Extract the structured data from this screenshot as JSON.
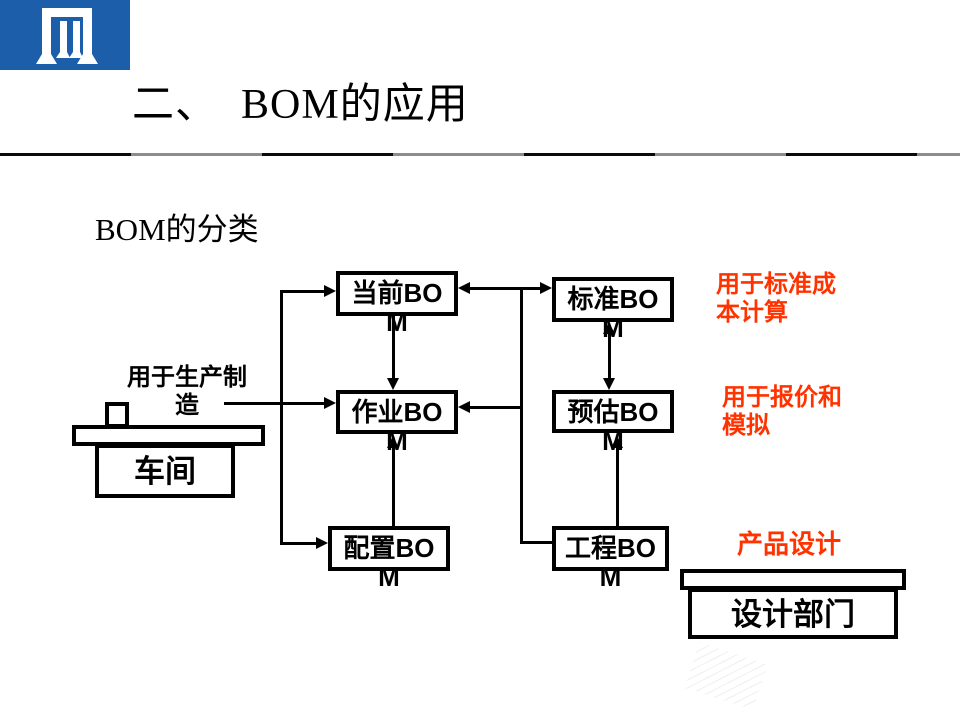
{
  "slide": {
    "title": "二、  BOM的应用",
    "subtitle": "BOM的分类"
  },
  "colors": {
    "logo_blue": "#1C5EA9",
    "annotation_orange": "#FF3300",
    "line_black": "#000000"
  },
  "boxes": {
    "current_bom": "当前BOM",
    "standard_bom": "标准BOM",
    "operation_bom": "作业BOM",
    "estimate_bom": "预估BOM",
    "config_bom": "配置BOM",
    "engineering_bom": "工程BOM"
  },
  "buildings": {
    "workshop": "车间",
    "design_dept": "设计部门"
  },
  "annotations": {
    "production": "用于生产制造",
    "standard_cost": "用于标准成本计算",
    "quote_simulation": "用于报价和模拟",
    "product_design": "产品设计"
  }
}
